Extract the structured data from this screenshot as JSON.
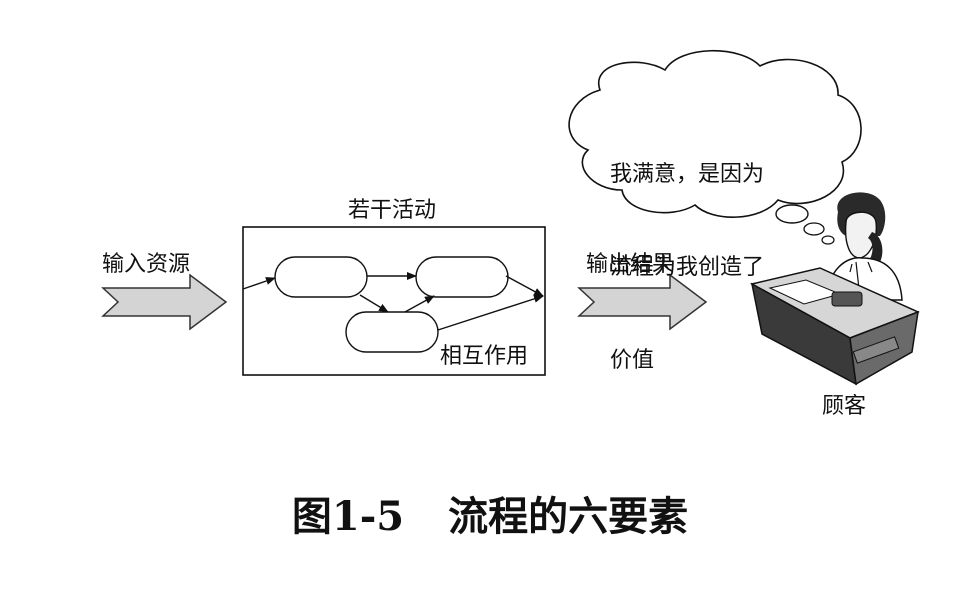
{
  "labels": {
    "input": "输入资源",
    "activities": "若干活动",
    "interaction": "相互作用",
    "output": "输出结果",
    "customer": "顾客"
  },
  "bubble": {
    "line1": "我满意，是因为",
    "line2": "流程为我创造了",
    "line3": "价值"
  },
  "caption": {
    "number": "图1-5",
    "title": "流程的六要素"
  }
}
